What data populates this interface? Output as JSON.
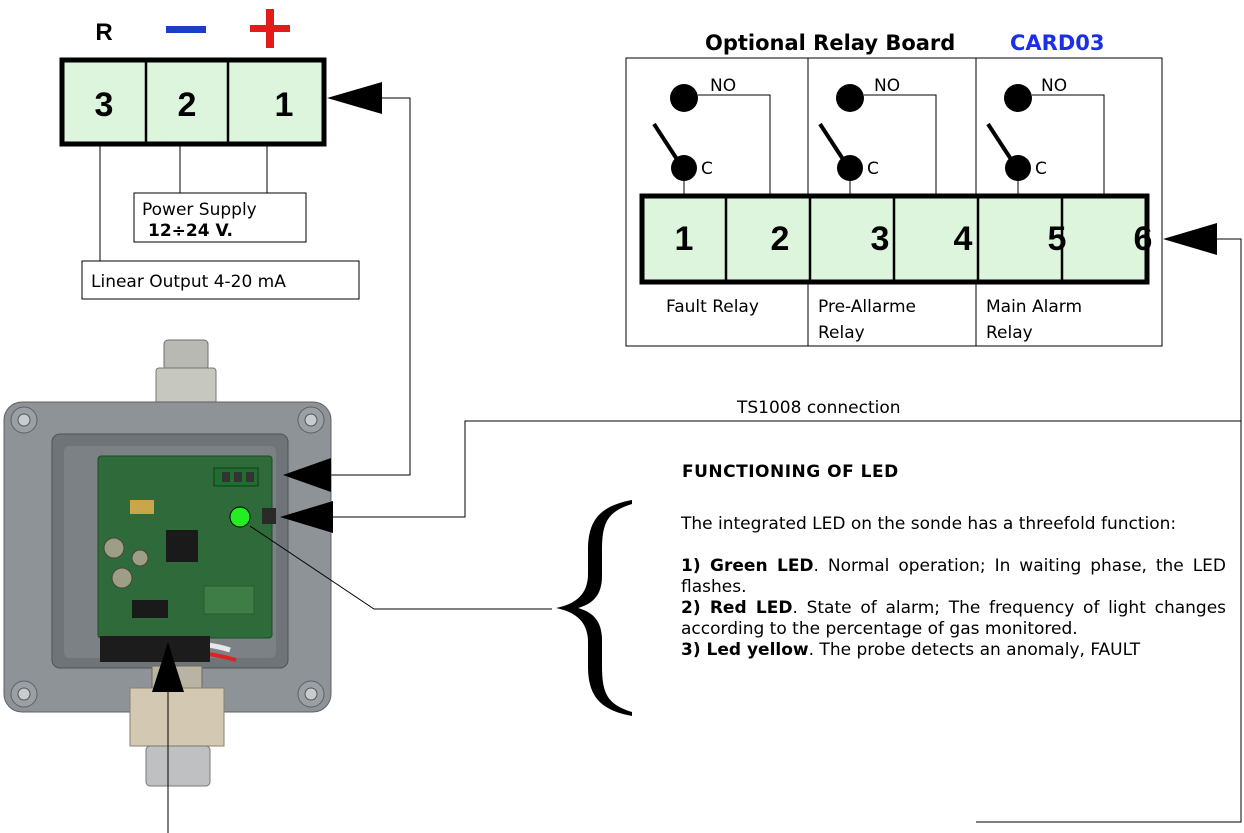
{
  "power_block": {
    "polarity_labels": [
      "R",
      "−",
      "+"
    ],
    "polarity_colors": [
      "#000000",
      "#1a3fc4",
      "#e31b1b"
    ],
    "terminals": [
      "3",
      "2",
      "1"
    ],
    "power_supply_label": "Power  Supply",
    "power_supply_voltage": "12÷24 V.",
    "linear_output_label": "Linear Output 4-20 mA"
  },
  "relay_board": {
    "title": "Optional Relay Board",
    "code": "CARD03",
    "code_color": "#1a2fe6",
    "no_label": "NO",
    "c_label": "C",
    "terminals": [
      "1",
      "2",
      "3",
      "4",
      "5",
      "6"
    ],
    "relays": [
      {
        "line1": "Fault  Relay",
        "line2": ""
      },
      {
        "line1": "Pre-Allarme",
        "line2": "Relay"
      },
      {
        "line1": "Main  Alarm",
        "line2": "Relay"
      }
    ]
  },
  "connection_label": "TS1008  connection",
  "led_section": {
    "title": "FUNCTIONING OF LED",
    "intro": "The integrated LED on the sonde has a threefold function:",
    "items": [
      {
        "bold": "1) Green LED",
        "text": ". Normal operation; In waiting phase, the LED flashes."
      },
      {
        "bold": "2) Red LED",
        "text": ". State of alarm; The frequency of light changes according to the percentage of gas monitored."
      },
      {
        "bold": "3) Led yellow",
        "text": ". The probe detects an anomaly, FAULT"
      }
    ]
  },
  "colors": {
    "terminal_fill": "#dcf5dc",
    "led_green": "#22ee22",
    "enclosure_gray": "#8c9196",
    "pcb_green": "#2f6b3a"
  }
}
